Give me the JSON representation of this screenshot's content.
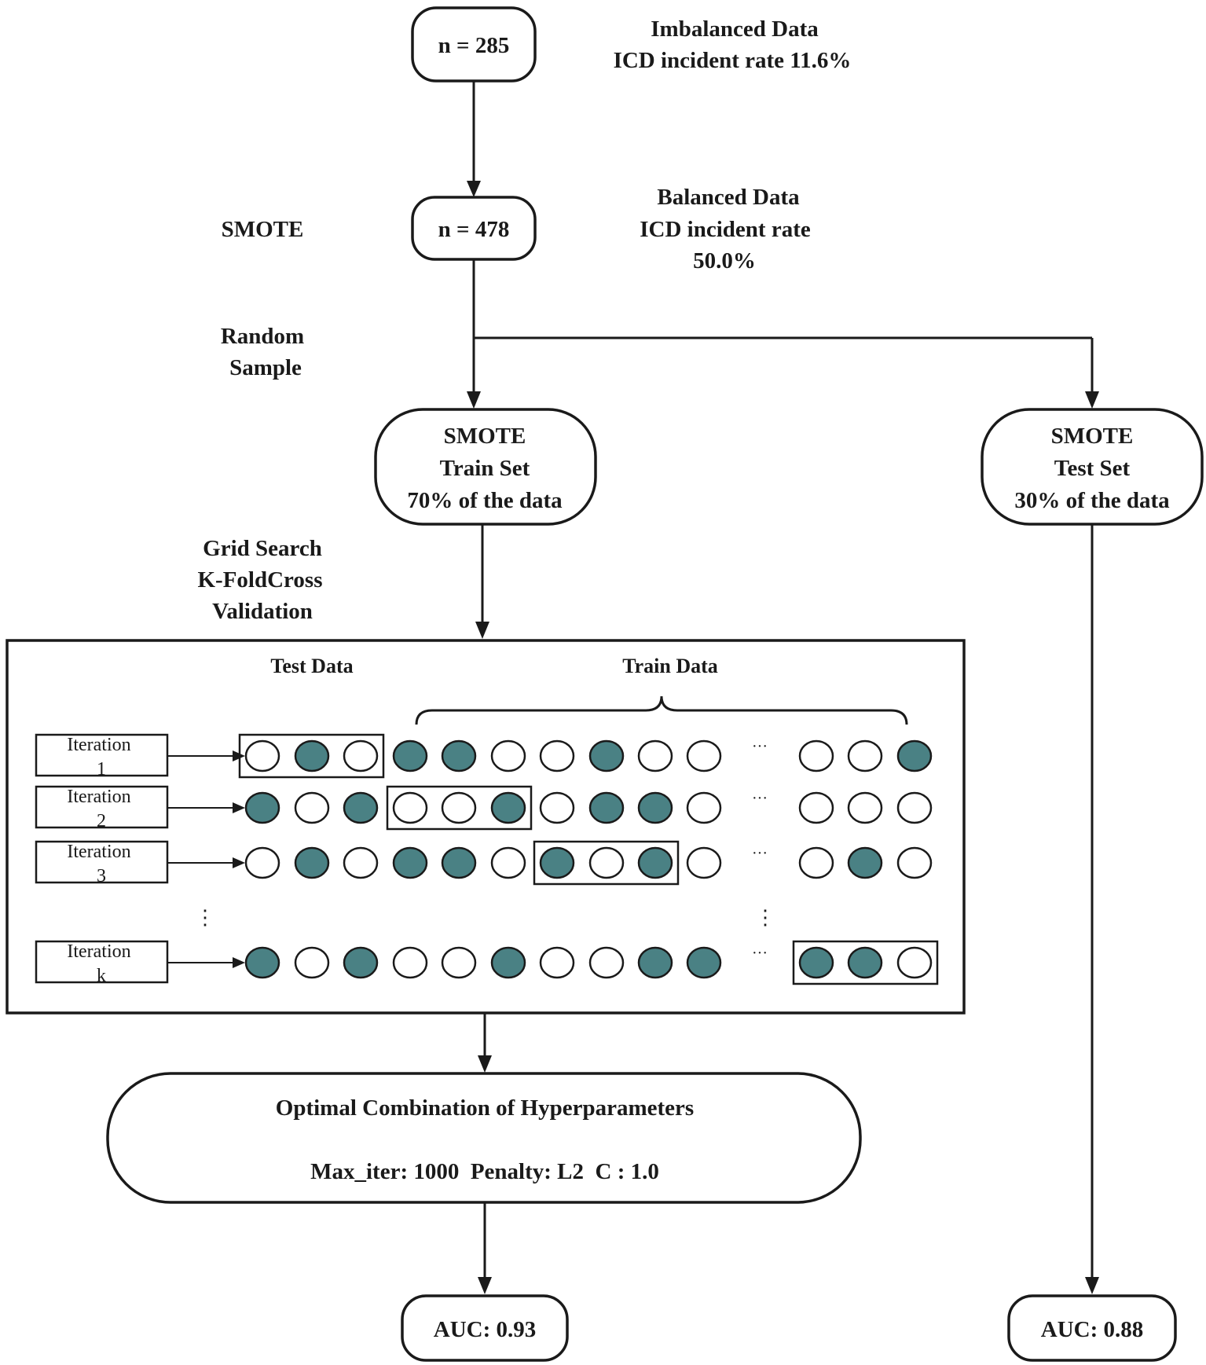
{
  "nodes": {
    "imbalanced": {
      "value": "n = 285"
    },
    "balanced": {
      "value": "n = 478"
    },
    "train_set": {
      "line1": "SMOTE",
      "line2": "Train Set",
      "line3": "70% of the data"
    },
    "test_set": {
      "line1": "SMOTE",
      "line2": "Test Set",
      "line3": "30% of the data"
    },
    "optimal": {
      "title": "Optimal Combination of Hyperparameters",
      "params": "Max_iter: 1000  Penalty: L2  C : 1.0"
    },
    "auc_train": {
      "value": "AUC: 0.93"
    },
    "auc_test": {
      "value": "AUC: 0.88"
    }
  },
  "annotations": {
    "imbalanced_line1": "Imbalanced Data",
    "imbalanced_line2": "ICD incident rate 11.6%",
    "balanced_line1": "Balanced Data",
    "balanced_line2": "ICD incident rate",
    "balanced_line3": "50.0%",
    "smote": "SMOTE",
    "random_line1": "Random",
    "random_line2": "Sample",
    "grid_line1": "Grid Search",
    "grid_line2": "K-FoldCross",
    "grid_line3": "Validation"
  },
  "cv_panel": {
    "test_label": "Test Data",
    "train_label": "Train Data",
    "ellipsis_h": "···",
    "ellipsis_v": "⋮",
    "iterations": [
      {
        "line1": "Iteration",
        "line2": "1",
        "fills": [
          0,
          1,
          0,
          1,
          1,
          0,
          0,
          1,
          0,
          0,
          0,
          0,
          1
        ],
        "test_group": 0
      },
      {
        "line1": "Iteration",
        "line2": "2",
        "fills": [
          1,
          0,
          1,
          0,
          0,
          1,
          0,
          1,
          1,
          0,
          0,
          0,
          0
        ],
        "test_group": 1
      },
      {
        "line1": "Iteration",
        "line2": "3",
        "fills": [
          0,
          1,
          0,
          1,
          1,
          0,
          1,
          0,
          1,
          0,
          0,
          1,
          0
        ],
        "test_group": 2
      },
      {
        "line1": "Iteration",
        "line2": "k",
        "fills": [
          1,
          0,
          1,
          0,
          0,
          1,
          0,
          0,
          1,
          1,
          1,
          1,
          0
        ],
        "test_group": 3
      }
    ]
  },
  "colors": {
    "filled": "#4a8184",
    "stroke": "#1a1a1a",
    "empty": "#ffffff"
  }
}
